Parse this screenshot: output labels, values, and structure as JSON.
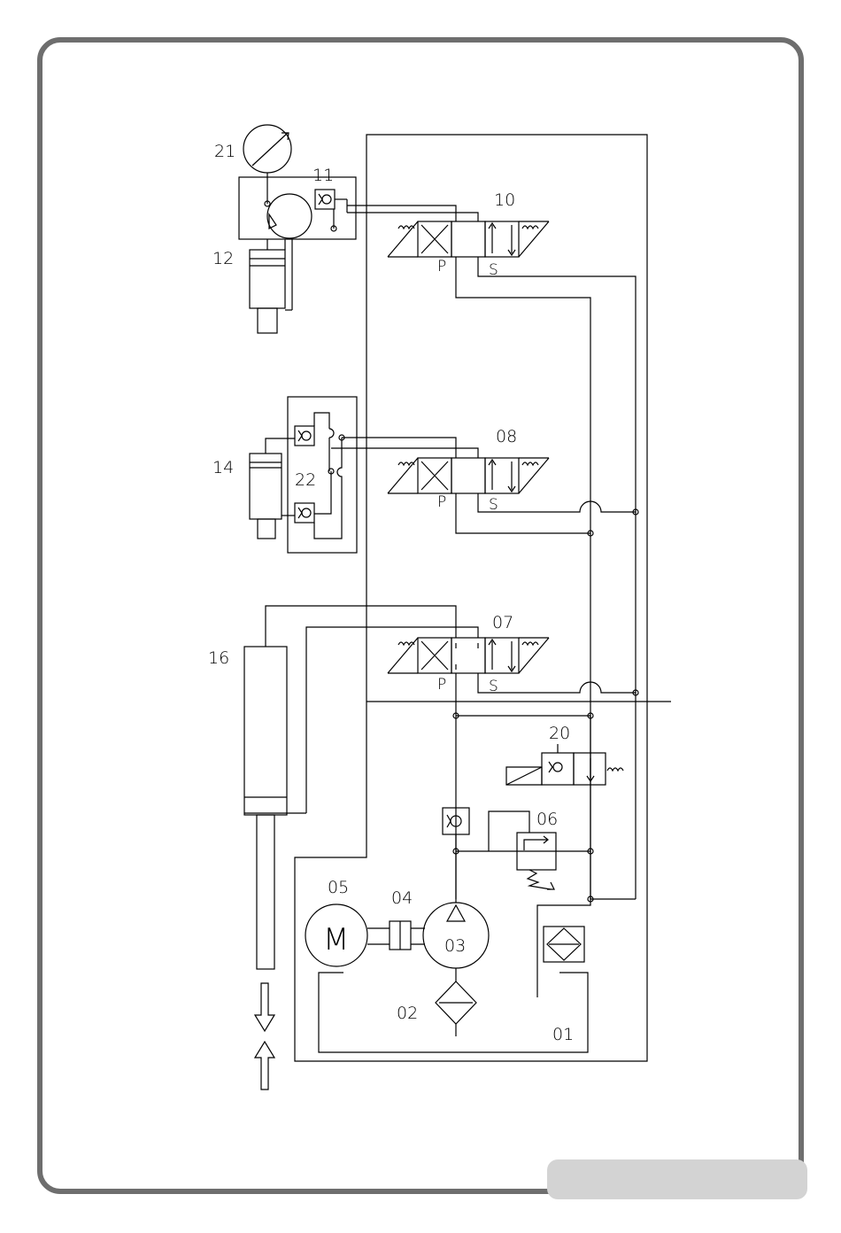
{
  "components": {
    "c01": "01",
    "c02": "02",
    "c03": "03",
    "c04": "04",
    "c05": "05",
    "c06": "06",
    "c07": "07",
    "c08": "08",
    "c10": "10",
    "c11": "11",
    "c12": "12",
    "c14": "14",
    "c16": "16",
    "c20": "20",
    "c21": "21",
    "c22": "22"
  },
  "ports": {
    "pressure": "P",
    "supply": "S"
  },
  "motor_symbol": "M",
  "colors": {
    "frame": "#6e6e6e",
    "footer": "#d3d3d3",
    "line": "#000000"
  }
}
